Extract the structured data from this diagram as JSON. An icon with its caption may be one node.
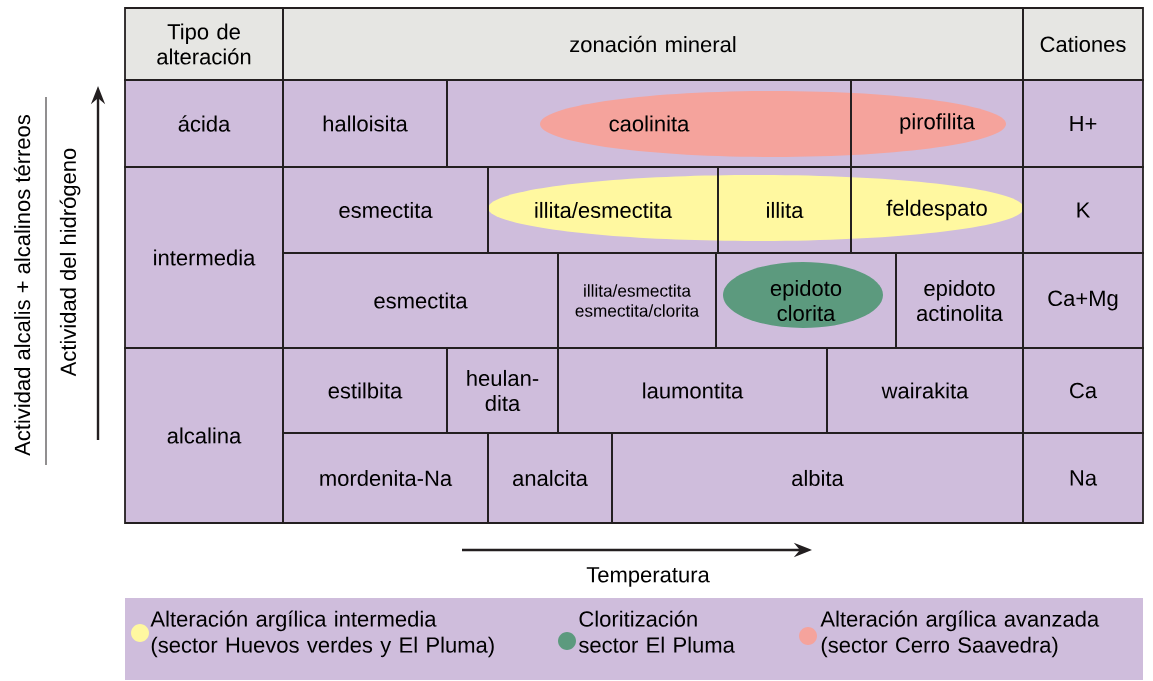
{
  "diagram": {
    "nodes": [
      {
        "text": [
          "Tipo de alteración"
        ]
      },
      {
        "text": [
          "zonación mineral"
        ]
      },
      {
        "text": [
          "Cationes"
        ]
      },
      {
        "text": [
          "ácida"
        ]
      },
      {
        "text": [
          "halloisita"
        ]
      },
      {
        "text": [
          "caolinita"
        ]
      },
      {
        "text": [
          "pirofilita"
        ]
      },
      {
        "text": [
          "H+"
        ]
      },
      {
        "text": [
          "intermedia"
        ]
      },
      {
        "text": [
          "esmectita"
        ]
      },
      {
        "text": [
          "illita/esmectita"
        ]
      },
      {
        "text": [
          "illita"
        ]
      },
      {
        "text": [
          "feldespato"
        ]
      },
      {
        "text": [
          "K"
        ]
      },
      {
        "text": [
          "esmectita"
        ]
      },
      {
        "text": [
          "illita/esmectita esmectita/clorita"
        ]
      },
      {
        "text": [
          "epidoto clorita"
        ]
      },
      {
        "text": [
          "epidoto actinolita"
        ]
      },
      {
        "text": [
          "Ca+Mg"
        ]
      },
      {
        "text": [
          "alcalina"
        ]
      },
      {
        "text": [
          "estilbita"
        ]
      },
      {
        "text": [
          "heulan-dita"
        ]
      },
      {
        "text": [
          "laumontita"
        ]
      },
      {
        "text": [
          "wairakita"
        ]
      },
      {
        "text": [
          "Ca"
        ]
      },
      {
        "text": [
          "mordenita-Na"
        ]
      },
      {
        "text": [
          "analcita"
        ]
      },
      {
        "text": [
          "albita"
        ]
      },
      {
        "text": [
          "Na"
        ]
      }
    ],
    "labels": [
      "Actividad alcalis + alcalinos térreos",
      "Actividad del hidrógeno",
      "Temperatura"
    ],
    "legend": [
      {
        "text": "Alteración argílica intermedia (sector Huevos verdes y El Pluma)",
        "color": "#fff8a0"
      },
      {
        "text": "Cloritización sector El Pluma",
        "color": "#5c9a7e"
      },
      {
        "text": "Alteración argílica avanzada (sector Cerro Saavedra)",
        "color": "#f5a39c"
      }
    ]
  }
}
